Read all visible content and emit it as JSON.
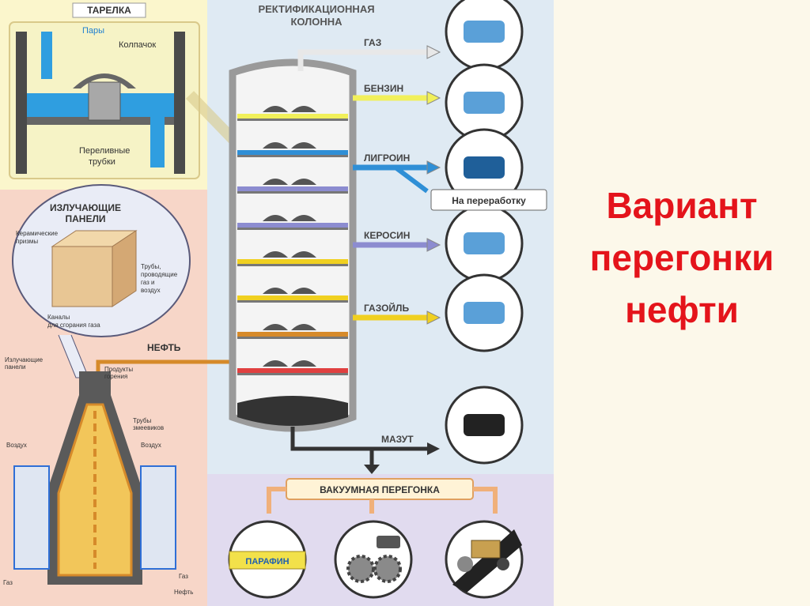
{
  "caption": {
    "lines": [
      "Вариант",
      "перегонки",
      "нефти"
    ],
    "color": "#e4141b"
  },
  "diagram": {
    "column_title": [
      "РЕКТИФИКАЦИОННАЯ",
      "КОЛОННА"
    ],
    "tray_inset": {
      "title": "ТАРЕЛКА",
      "vapors": "Пары",
      "cap": "Колпачок",
      "overflow": [
        "Переливные",
        "трубки"
      ]
    },
    "panels_inset": {
      "title": [
        "ИЗЛУЧАЮЩИЕ",
        "ПАНЕЛИ"
      ],
      "prisms": [
        "Керамические",
        "призмы"
      ],
      "tubes": [
        "Трубы,",
        "проводящие",
        "газ и",
        "воздух"
      ],
      "channels": [
        "Каналы",
        "для сгорания газа"
      ]
    },
    "furnace": {
      "panels": [
        "Излучающие",
        "панели"
      ],
      "combustion": [
        "Продукты",
        "горения"
      ],
      "coils": [
        "Трубы",
        "змеевиков"
      ],
      "air_left": "Воздух",
      "air_right": "Воздух",
      "gas": "Газ",
      "gas_left": "Газ",
      "oil_in": "Нефть"
    },
    "oil_label": "НЕФТЬ",
    "products": [
      {
        "name": "ГАЗ",
        "icon": "gas-tank-icon"
      },
      {
        "name": "БЕНЗИН",
        "icon": "car-icon"
      },
      {
        "name": "ЛИГРОИН",
        "icon": "barrel-icon"
      },
      {
        "name": "КЕРОСИН",
        "icon": "airplane-icon"
      },
      {
        "name": "ГАЗОЙЛЬ",
        "icon": "bulldozer-icon"
      },
      {
        "name": "МАЗУТ",
        "icon": "ship-icon"
      }
    ],
    "processing": "На переработку",
    "vacuum": {
      "title": "ВАКУУМНАЯ ПЕРЕГОНКА",
      "paraffin": "ПАРАФИН",
      "items": [
        "paraffin-icon",
        "gears-oil-icon",
        "road-roller-icon"
      ]
    },
    "colors": {
      "gas": "#e8e8e8",
      "gasoline": "#f1f05a",
      "ligroin": "#2f8fd6",
      "kerosene": "#8c8cd0",
      "gasoil": "#f0d020",
      "residue": "#333333",
      "column": "#9a9a9a",
      "oil": "#d68a2a"
    }
  }
}
